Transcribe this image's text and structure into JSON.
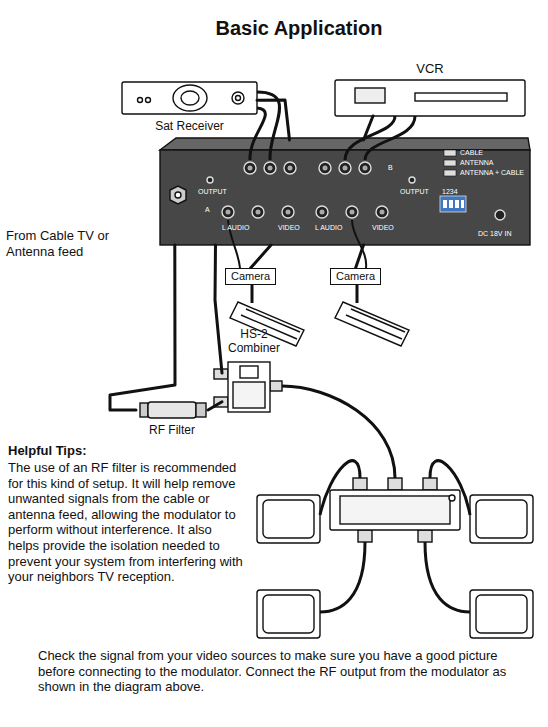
{
  "diagram": {
    "title": "Basic Application",
    "nodes": [
      {
        "text": [
          "Sat Receiver"
        ]
      },
      {
        "text": [
          "VCR"
        ]
      },
      {
        "text": [
          "CABLE",
          "ANTENNA",
          "ANTENNA + CABLE",
          "1234",
          "OUTPUT",
          "A",
          "L AUDIO",
          "VIDEO",
          "B",
          "L AUDIO",
          "VIDEO",
          "OUTPUT",
          "DC 18V IN"
        ]
      },
      {
        "text": [
          "Camera"
        ]
      },
      {
        "text": [
          "Camera"
        ]
      },
      {
        "text": [
          "HS-2 Combiner"
        ]
      },
      {
        "text": [
          "RF Filter"
        ]
      }
    ],
    "edges": [
      {
        "from": 0,
        "to": 2,
        "arrow": "none"
      },
      {
        "from": 1,
        "to": 2,
        "arrow": "none"
      },
      {
        "from": 3,
        "to": 2,
        "arrow": "none"
      },
      {
        "from": 4,
        "to": 2,
        "arrow": "none"
      },
      {
        "from": 2,
        "to": 5,
        "arrow": "none"
      },
      {
        "from": 6,
        "to": 5,
        "arrow": "none"
      },
      {
        "from": 2,
        "to": 6,
        "arrow": "none"
      }
    ],
    "labels": [
      "From Cable TV or Antenna feed",
      "Helpful Tips:",
      "The use of an RF filter is recommended for this kind of setup. It will help remove unwanted signals from the cable or antenna feed, allowing the modulator to perform without interference. It also helps provide the isolation needed to prevent your system from interfering with your neighbors TV reception.",
      "Check the signal from your video sources to make sure you have a good picture before connecting to the modulator. Connect the RF output from the modulator as shown in the diagram above."
    ]
  }
}
